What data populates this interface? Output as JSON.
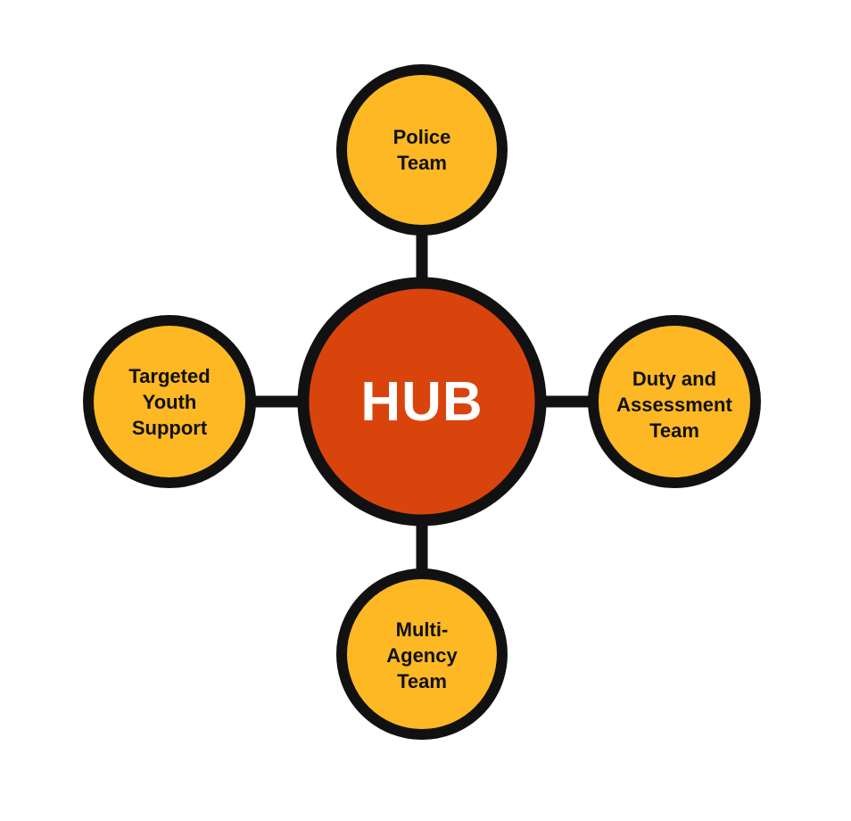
{
  "hub": {
    "label": "HUB",
    "fill_color": "#D9440C"
  },
  "nodes": {
    "top": {
      "label": "Police\nTeam"
    },
    "right": {
      "label": "Duty and\nAssessment\nTeam"
    },
    "bottom": {
      "label": "Multi-\nAgency\nTeam"
    },
    "left": {
      "label": "Targeted\nYouth\nSupport"
    }
  },
  "colors": {
    "node_fill": "#FDB823",
    "outline": "#111111",
    "background": "#FFFFFF"
  }
}
